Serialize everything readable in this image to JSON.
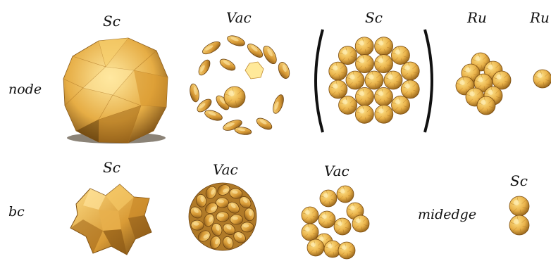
{
  "colors": {
    "gold_light": "#ffe48a",
    "gold_mid": "#e9b24a",
    "gold_dark": "#8c5a14",
    "shadow": "#3a2a10",
    "ink": "#111111"
  },
  "rows": {
    "node": "node",
    "bc": "bc",
    "midedge": "midedge"
  },
  "labels": {
    "node_sc": "Sc",
    "node_vac": "Vac",
    "node_sc_cluster": "Sc",
    "node_ru": "Ru",
    "node_ru2": "Ru",
    "bc_sc": "Sc",
    "bc_vac1": "Vac",
    "bc_vac2": "Vac",
    "midedge_sc": "Sc"
  }
}
